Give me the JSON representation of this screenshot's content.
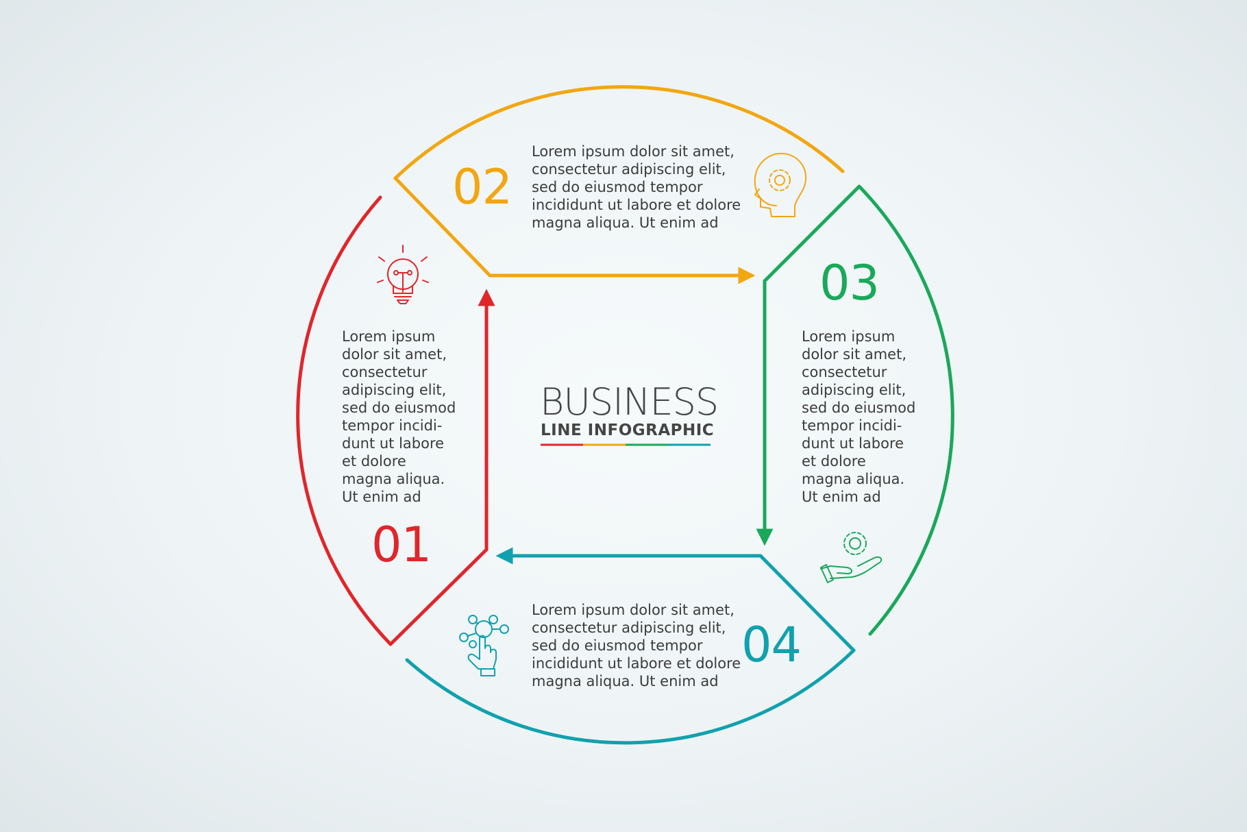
{
  "title": {
    "main": "BUSINESS",
    "sub": "LINE INFOGRAPHIC"
  },
  "colors": {
    "step1": "#e0262b",
    "step2": "#f2a612",
    "step3": "#1aa85a",
    "step4": "#10a1ae",
    "text": "#3b3b3b"
  },
  "steps": [
    {
      "number": "01",
      "color": "#e0262b",
      "icon": "lightbulb-icon",
      "text": "Lorem ipsum\ndolor sit amet,\nconsectetur\nadipiscing elit,\nsed do eiusmod\ntempor incidi-\ndunt ut labore\net dolore\nmagna aliqua.\nUt enim ad"
    },
    {
      "number": "02",
      "color": "#f2a612",
      "icon": "head-gear-icon",
      "text": "Lorem ipsum dolor sit amet,\nconsectetur adipiscing elit,\nsed do eiusmod tempor\nincididunt ut labore et dolore\nmagna aliqua. Ut enim ad"
    },
    {
      "number": "03",
      "color": "#1aa85a",
      "icon": "hand-gear-icon",
      "text": "Lorem ipsum\ndolor sit amet,\nconsectetur\nadipiscing elit,\nsed do eiusmod\ntempor incidi-\ndunt ut labore\net dolore\nmagna aliqua.\nUt enim ad"
    },
    {
      "number": "04",
      "color": "#10a1ae",
      "icon": "touch-network-icon",
      "text": "Lorem ipsum dolor sit amet,\nconsectetur adipiscing elit,\nsed do eiusmod tempor\nincididunt ut labore et dolore\nmagna aliqua. Ut enim ad"
    }
  ]
}
